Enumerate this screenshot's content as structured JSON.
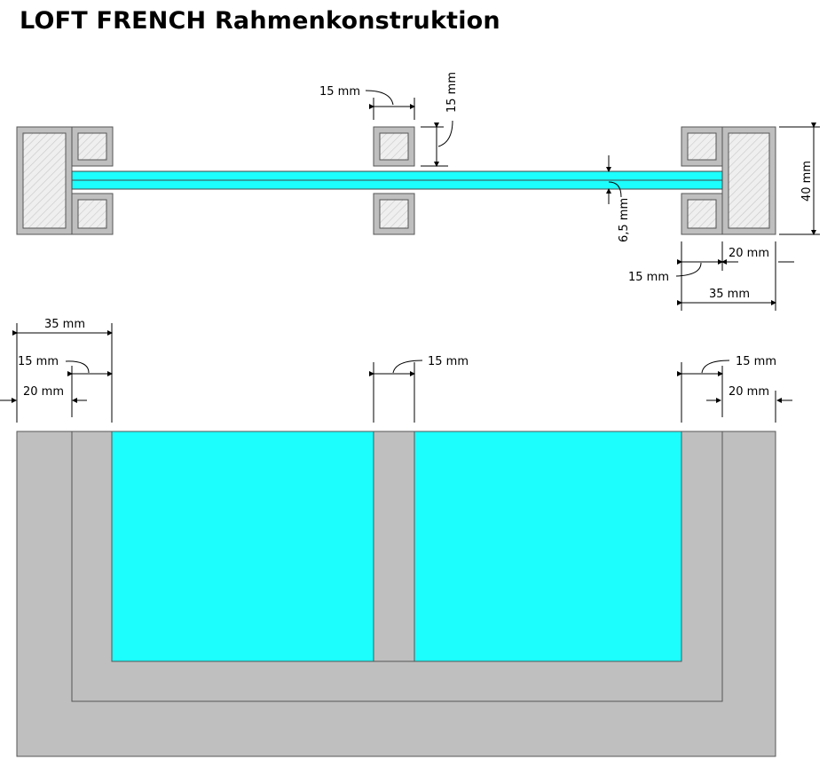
{
  "title": "LOFT FRENCH Rahmenkonstruktion",
  "colors": {
    "glass": "#1cfdfd",
    "frame_gray": "#bfbfbf",
    "frame_outline": "#555555",
    "wood_fill": "#e6e6e6"
  },
  "dimensions": {
    "top_15_horizontal": "15 mm",
    "top_15_vertical": "15 mm",
    "glass_thickness": "6,5 mm",
    "frame_height": "40 mm",
    "right_20": "20 mm",
    "right_15": "15 mm",
    "right_35": "35 mm",
    "front_left_35": "35 mm",
    "front_left_15": "15 mm",
    "front_left_20": "20 mm",
    "front_mid_15": "15 mm",
    "front_right_15": "15 mm",
    "front_right_20": "20 mm"
  }
}
